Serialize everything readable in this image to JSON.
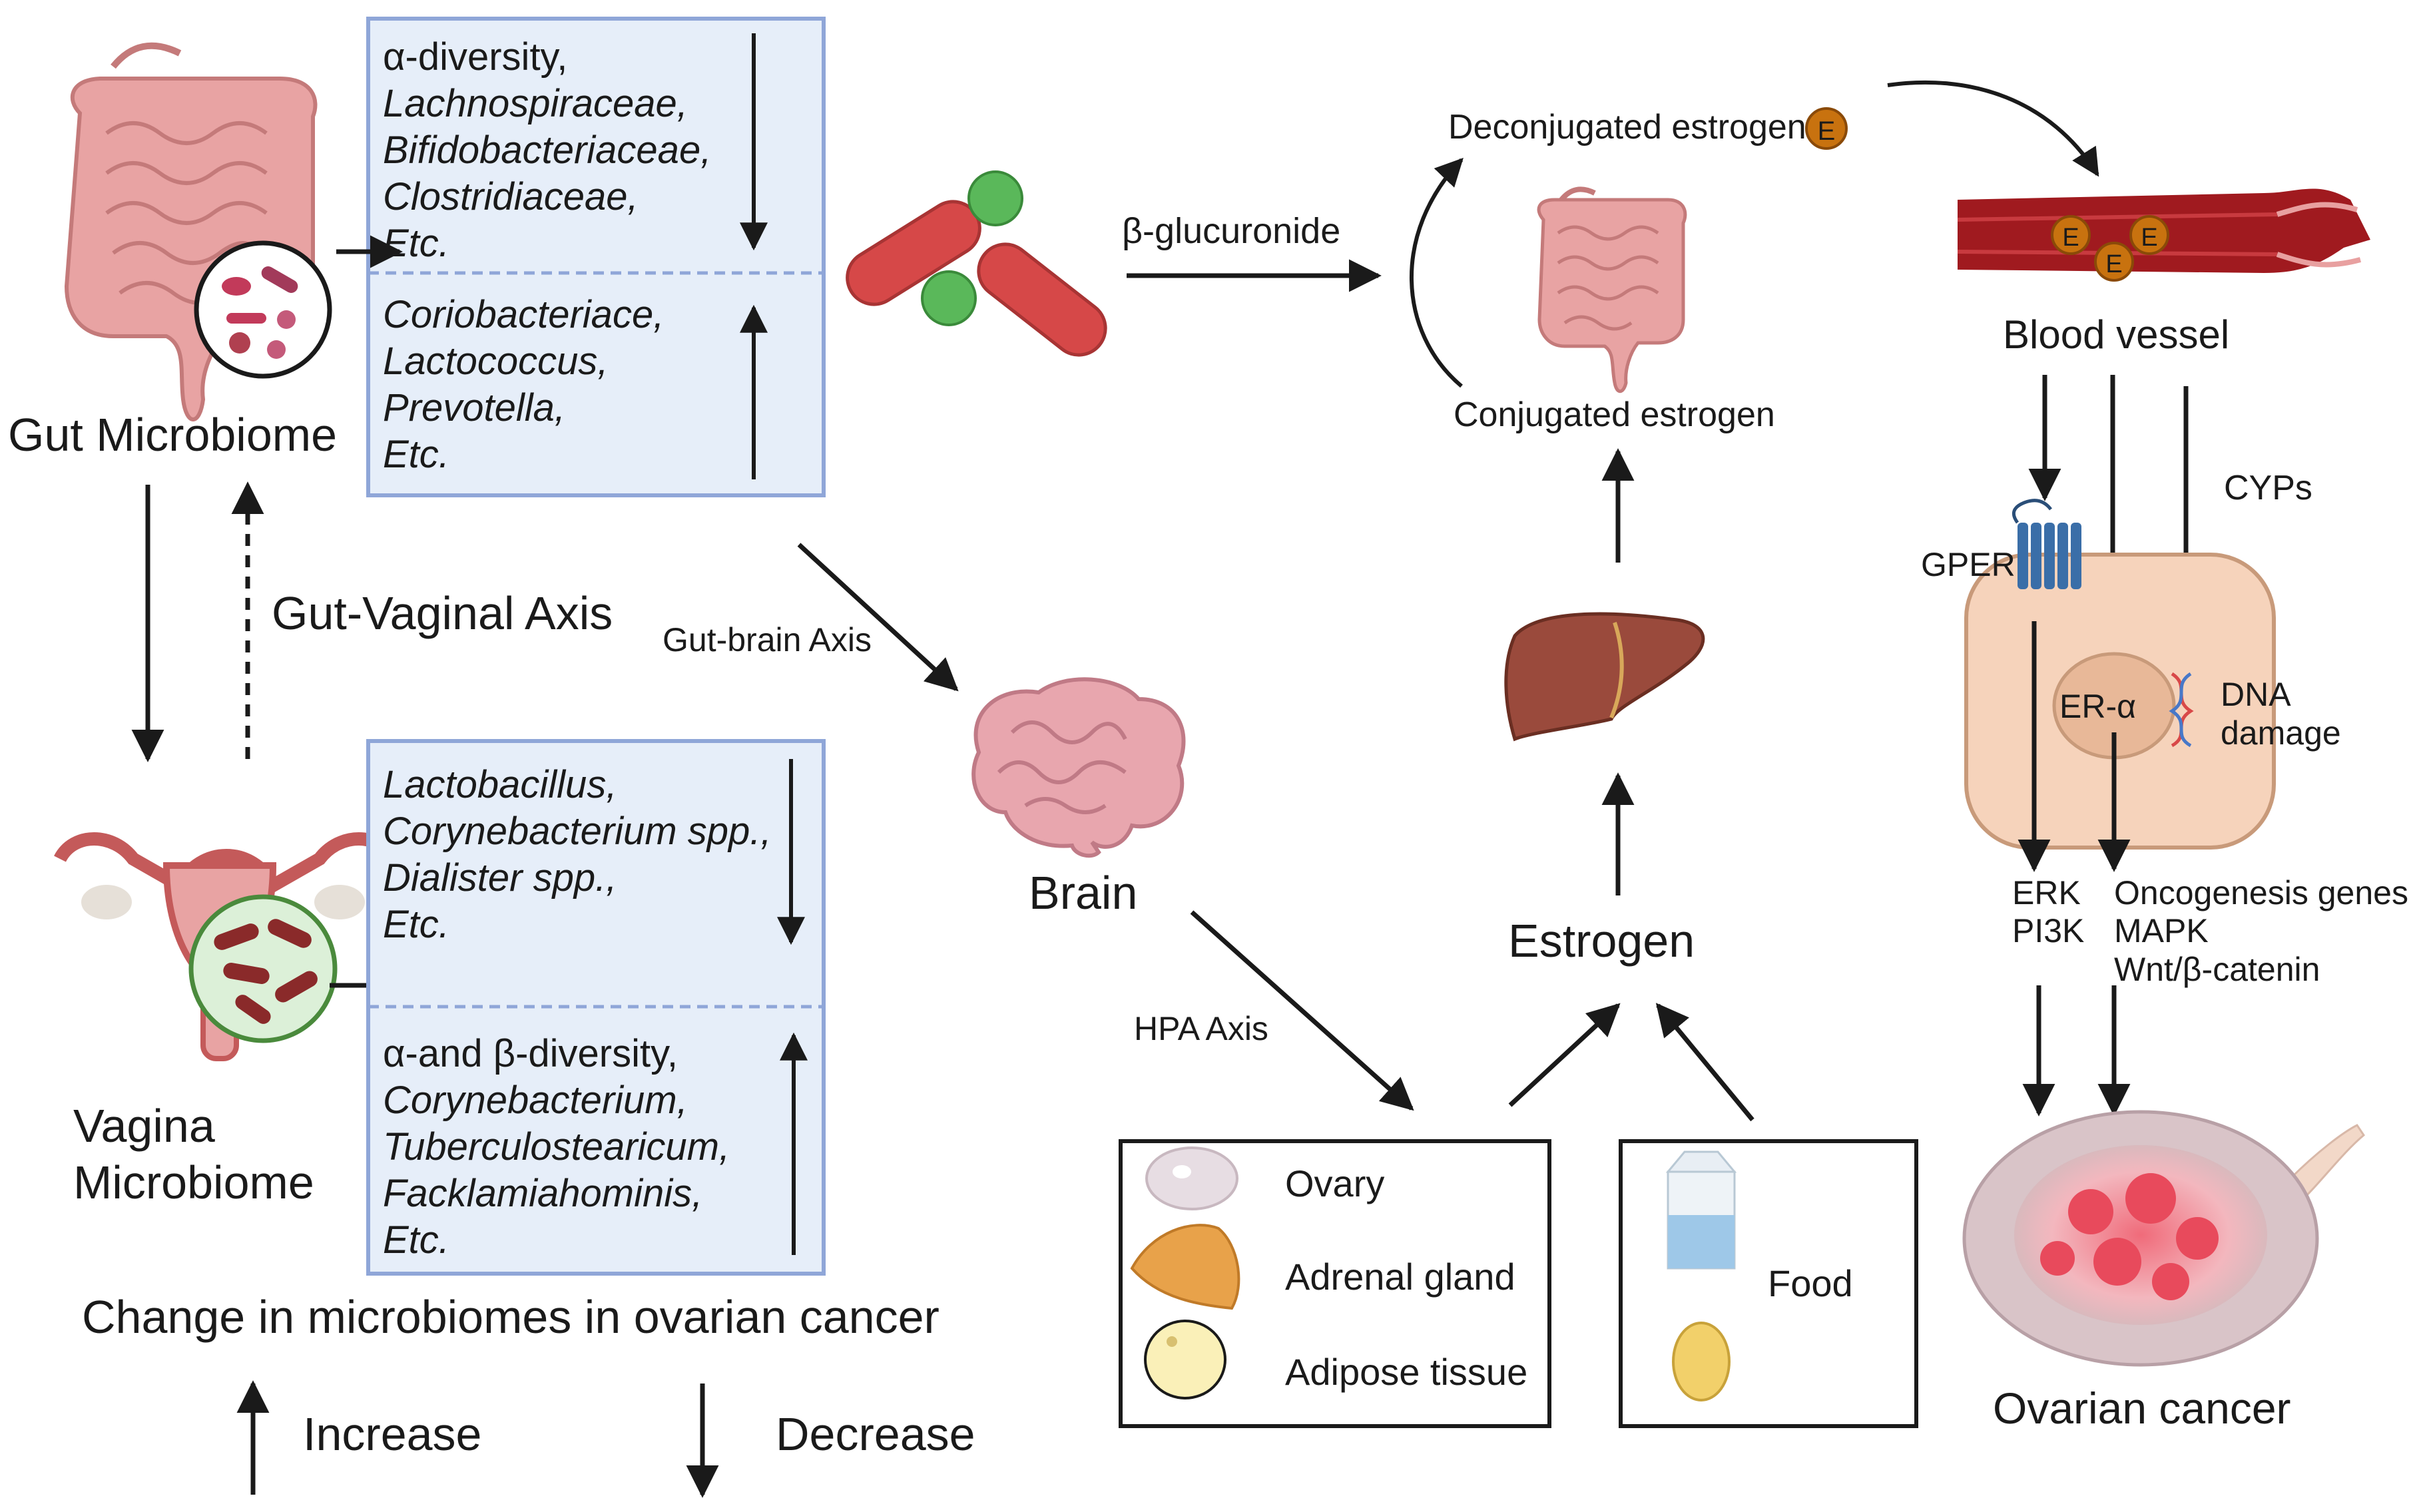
{
  "gut": {
    "label": "Gut Microbiome",
    "decrease_items": [
      "α-diversity,",
      "Lachnospiraceae,",
      "Bifidobacteriaceae,",
      "Clostridiaceae,",
      "Etc."
    ],
    "increase_items": [
      "Coriobacteriace,",
      "Lactococcus,",
      "Prevotella,",
      "Etc."
    ]
  },
  "vagina": {
    "label_line1": "Vagina",
    "label_line2": "Microbiome",
    "decrease_items": [
      "Lactobacillus,",
      "Corynebacterium spp.,",
      "Dialister spp.,",
      "Etc."
    ],
    "increase_items": [
      "α-and β-diversity,",
      "Corynebacterium,",
      "Tuberculostearicum,",
      "Facklamiahominis,",
      "Etc."
    ]
  },
  "axes": {
    "gut_vaginal": "Gut-Vaginal Axis",
    "gut_brain": "Gut-brain Axis",
    "hpa": "HPA Axis"
  },
  "caption": "Change in microbiomes in ovarian cancer",
  "legend": {
    "increase": "Increase",
    "decrease": "Decrease"
  },
  "estrogen_cycle": {
    "beta_glucuronide": "β-glucuronide",
    "deconjugated": "Deconjugated estrogen",
    "conjugated": "Conjugated estrogen",
    "estrogen_marker": "E"
  },
  "brain": "Brain",
  "estrogen": "Estrogen",
  "sources": {
    "ovary": "Ovary",
    "adrenal": "Adrenal gland",
    "adipose": "Adipose tissue",
    "food": "Food"
  },
  "blood_vessel": "Blood vessel",
  "cell": {
    "cyps": "CYPs",
    "gper": "GPER",
    "er_alpha": "ER-α",
    "dna_line1": "DNA",
    "dna_line2": "damage"
  },
  "pathways": {
    "erk": "ERK",
    "pi3k": "PI3K",
    "oncogenesis": "Oncogenesis genes",
    "mapk": "MAPK",
    "wnt": "Wnt/β-catenin"
  },
  "ovarian_cancer": "Ovarian cancer",
  "colors": {
    "box_fill": "#e6eef9",
    "box_stroke": "#8fa6d8",
    "intestine": "#e8a3a3",
    "liver": "#9a4a3c",
    "blood": "#a01a1f",
    "cell": "#f6d3bb",
    "estrogen_ball": "#c8720f"
  }
}
